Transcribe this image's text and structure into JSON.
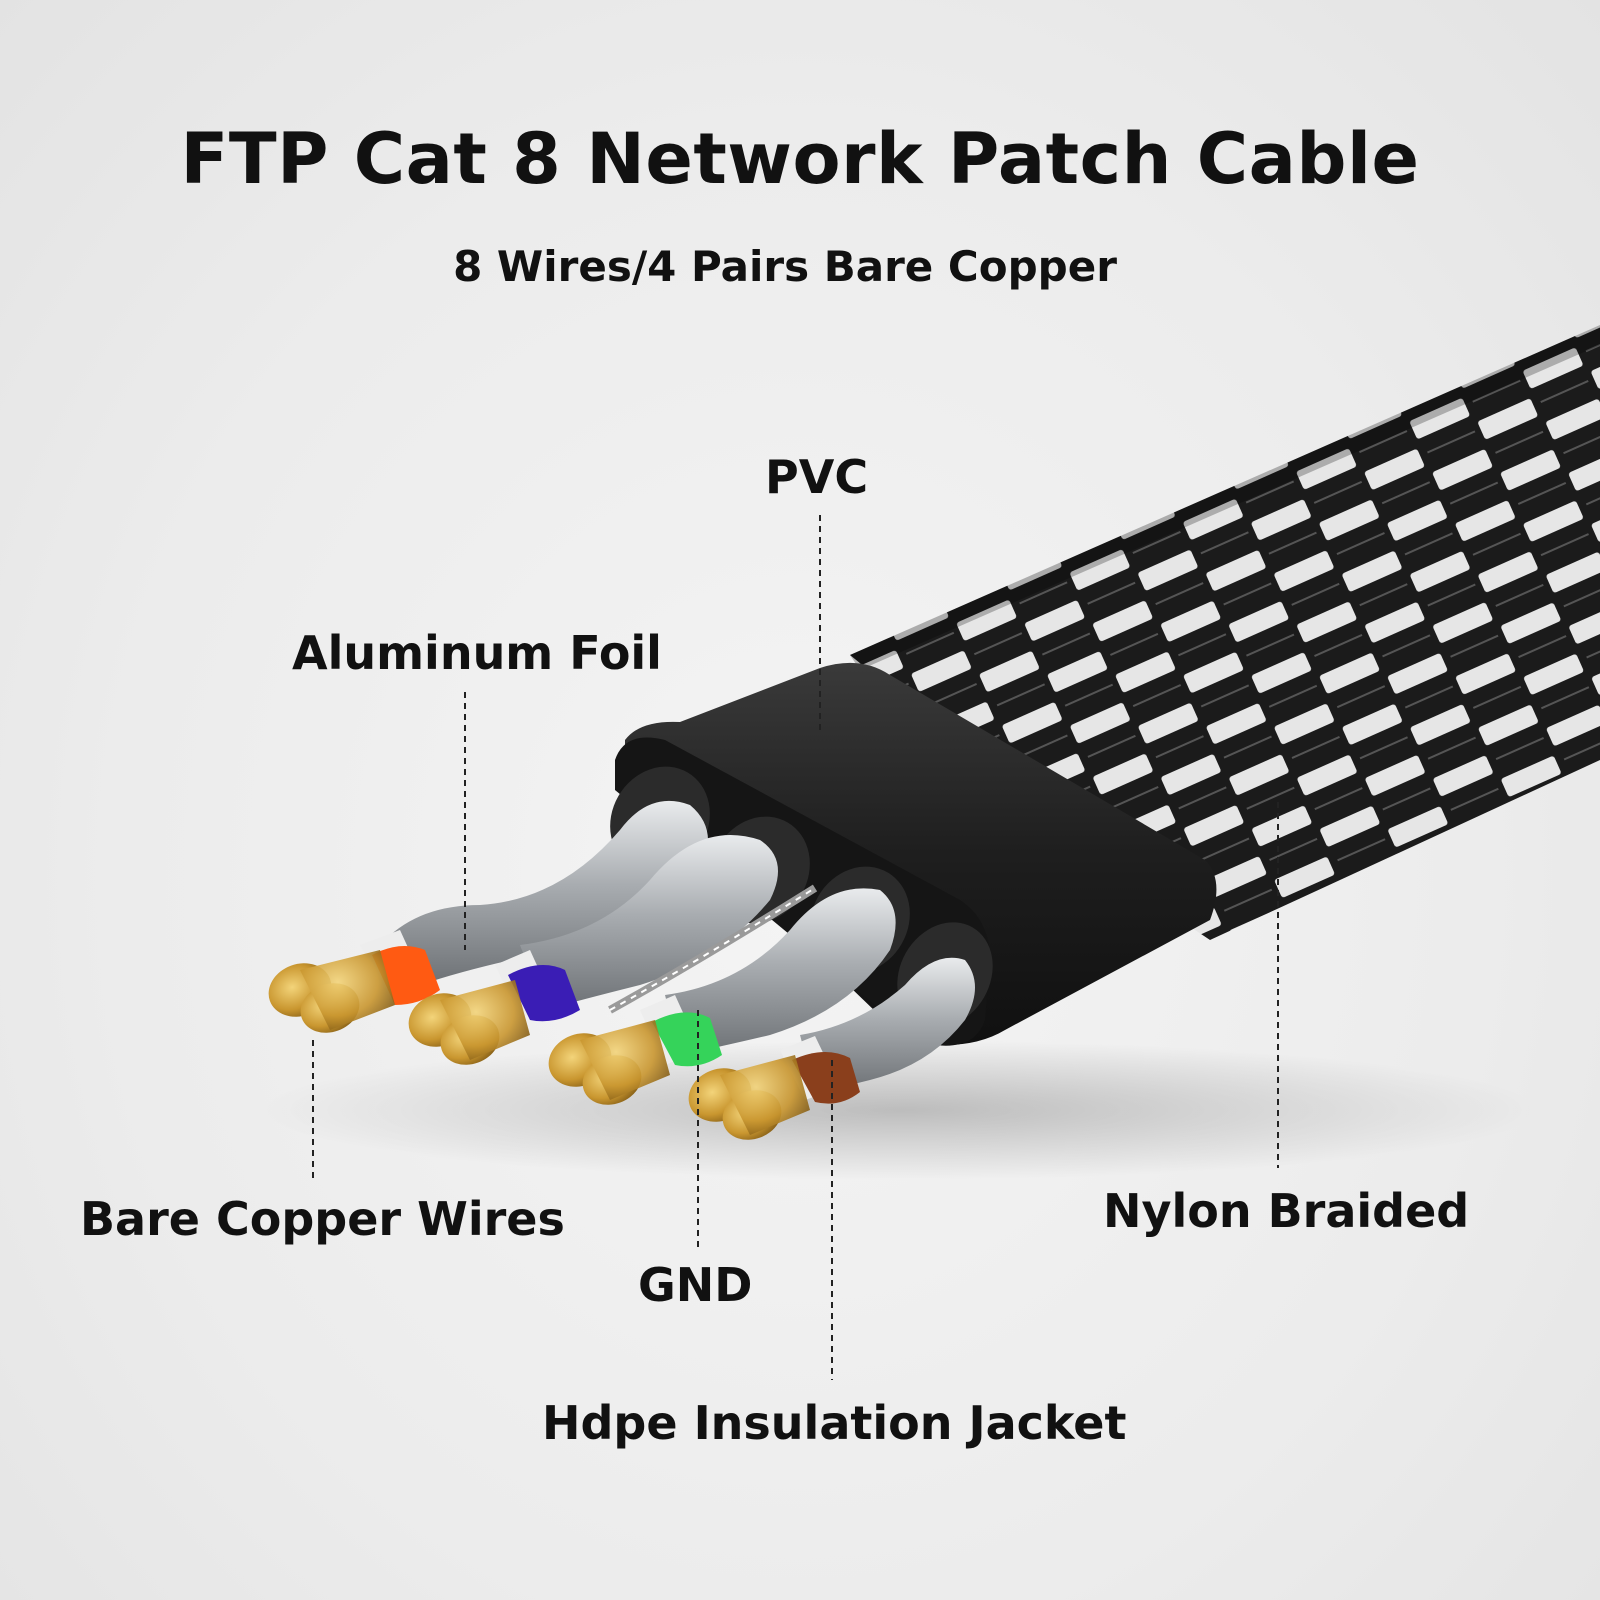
{
  "header": {
    "title": "FTP Cat 8 Network Patch Cable",
    "subtitle": "8 Wires/4 Pairs Bare Copper"
  },
  "callouts": {
    "pvc": "PVC",
    "aluminum_foil": "Aluminum Foil",
    "bare_copper_wires": "Bare Copper Wires",
    "gnd": "GND",
    "nylon_braided": "Nylon Braided",
    "hdpe_insulation_jacket": "Hdpe Insulation Jacket"
  },
  "colors": {
    "background": "#ececec",
    "braid_dark": "#1b1b1b",
    "braid_light": "#e6e6e6",
    "pvc_jacket": "#262626",
    "foil": "#b8bbbe",
    "copper": "#c9962f",
    "pair_colors": [
      "#ff5a12",
      "#3a1db5",
      "#35d35a",
      "#8a3f1c"
    ]
  }
}
